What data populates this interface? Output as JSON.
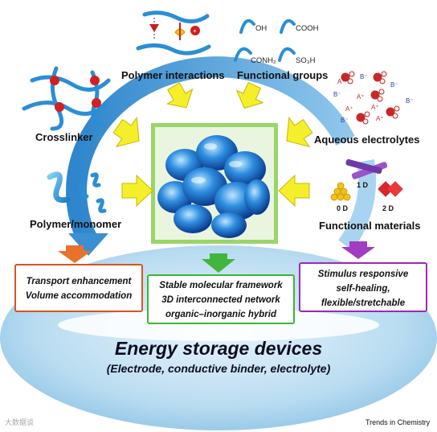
{
  "labels": {
    "polymer_interactions": "Polymer interactions",
    "functional_groups": "Functional groups",
    "crosslinker": "Crosslinker",
    "aqueous_electrolytes": "Aqueous electrolytes",
    "polymer_monomer": "Polymer/monomer",
    "functional_materials": "Functional materials"
  },
  "functional_groups": [
    "OH",
    "COOH",
    "CONH₂",
    "SO₃H"
  ],
  "ions": {
    "cation": "A⁺",
    "anion": "B⁻"
  },
  "dimensions": [
    "1 D",
    "0 D",
    "2 D"
  ],
  "boxes": {
    "left": [
      "Transport enhancement",
      "Volume accommodation"
    ],
    "center": [
      "Stable molecular framework",
      "3D interconnected network",
      "organic–inorganic hybrid"
    ],
    "right": [
      "Stimulus responsive",
      "self-healing,",
      "flexible/stretchable"
    ]
  },
  "bottom": {
    "title": "Energy storage devices",
    "subtitle": "(Electrode, conductive binder, electrolyte)"
  },
  "credit": "Trends in Chemistry",
  "watermark": "大数据谈",
  "colors": {
    "arc_blue": "#5aa0d8",
    "yellow_arrow": "#f4ef2a",
    "left_border": "#d9541e",
    "center_border": "#3cb535",
    "right_border": "#9b2ab5"
  }
}
